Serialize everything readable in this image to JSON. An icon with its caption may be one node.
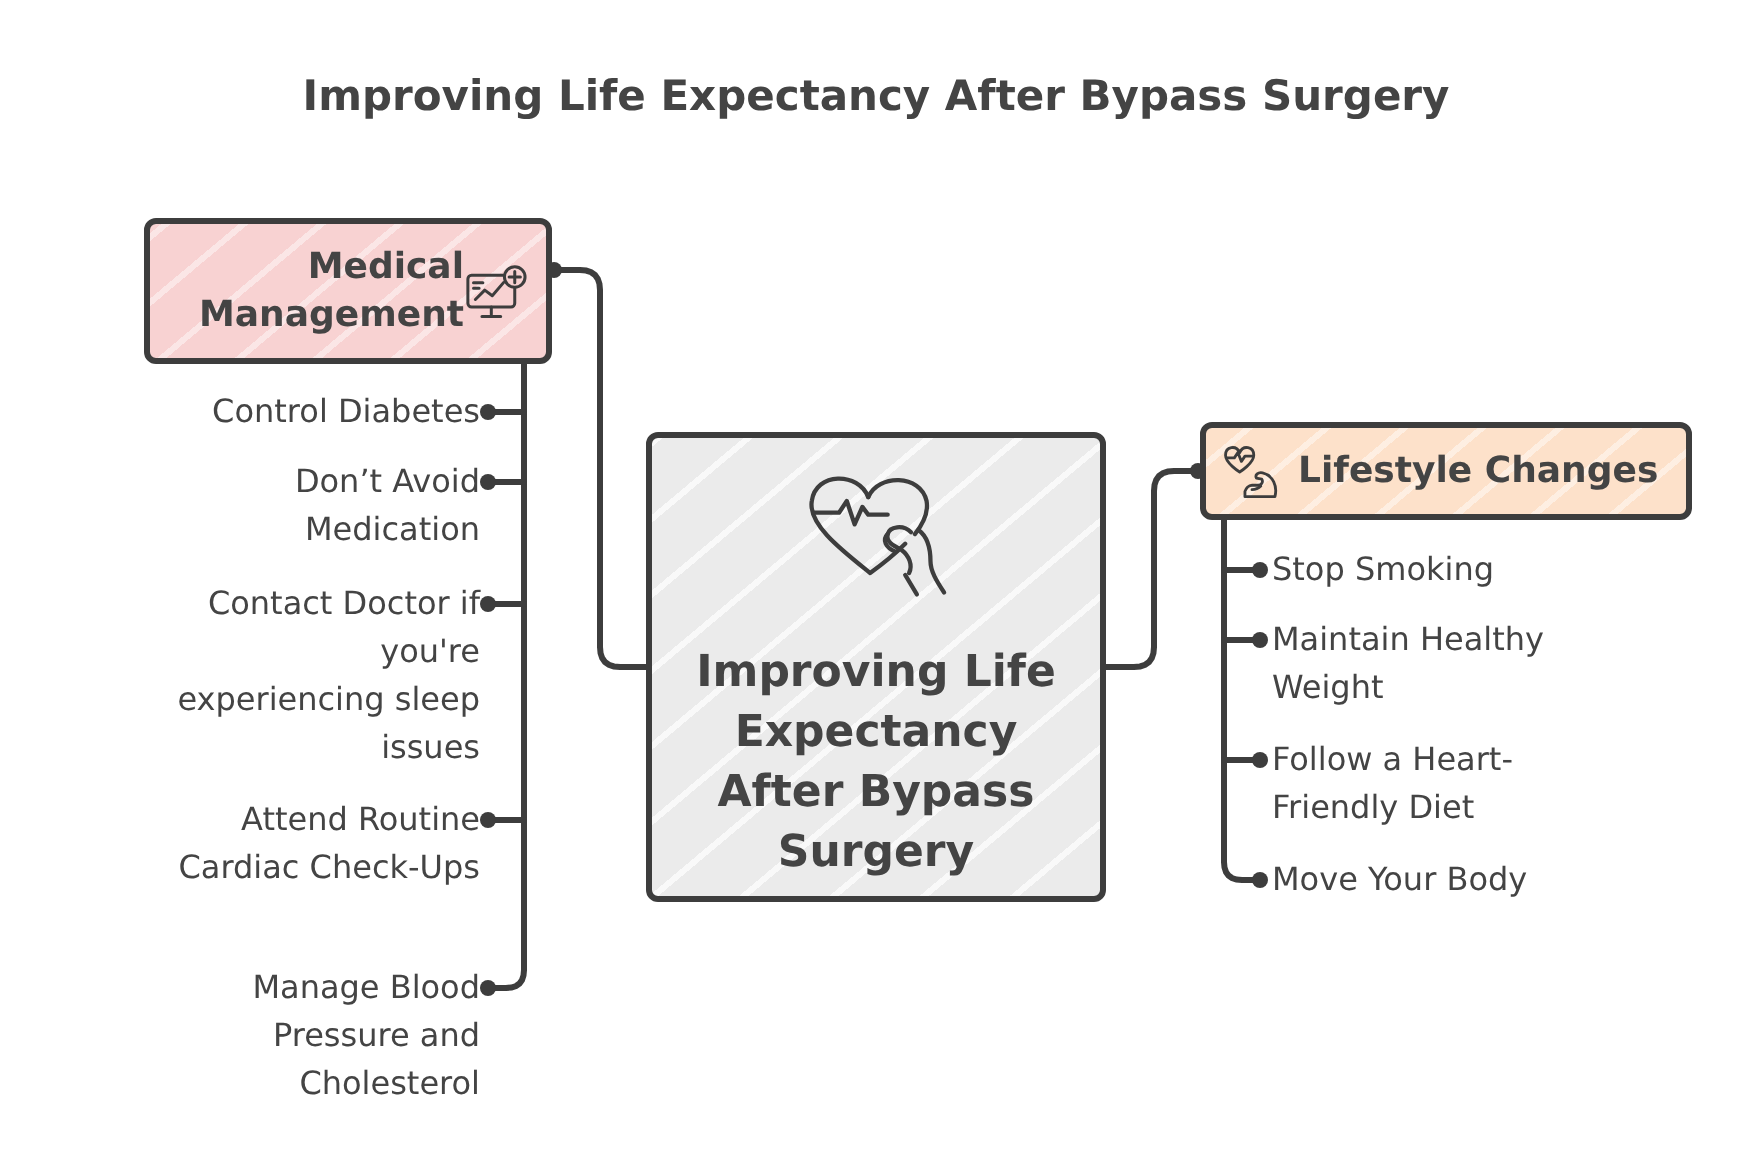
{
  "diagram": {
    "title": "Improving Life Expectancy After Bypass Surgery",
    "nodes": [
      {
        "text": [
          "Medical Management"
        ]
      },
      {
        "text": [
          "Control Diabetes"
        ]
      },
      {
        "text": [
          "Don’t Avoid Medication"
        ]
      },
      {
        "text": [
          "Contact Doctor if you're experiencing sleep issues"
        ]
      },
      {
        "text": [
          "Attend Routine Cardiac Check-Ups"
        ]
      },
      {
        "text": [
          "Manage Blood Pressure and Cholesterol"
        ]
      },
      {
        "text": [
          "Improving Life Expectancy After Bypass Surgery"
        ]
      },
      {
        "text": [
          "Lifestyle Changes"
        ]
      },
      {
        "text": [
          "Stop Smoking"
        ]
      },
      {
        "text": [
          "Maintain Healthy Weight"
        ]
      },
      {
        "text": [
          "Follow a Heart-Friendly Diet"
        ]
      },
      {
        "text": [
          "Move Your Body"
        ]
      }
    ],
    "edges": [
      {
        "from": 6,
        "to": 0,
        "arrow": "other"
      },
      {
        "from": 6,
        "to": 7,
        "arrow": "other"
      },
      {
        "from": 0,
        "to": 1,
        "arrow": "other"
      },
      {
        "from": 0,
        "to": 2,
        "arrow": "other"
      },
      {
        "from": 0,
        "to": 3,
        "arrow": "other"
      },
      {
        "from": 0,
        "to": 4,
        "arrow": "other"
      },
      {
        "from": 0,
        "to": 5,
        "arrow": "other"
      },
      {
        "from": 7,
        "to": 8,
        "arrow": "other"
      },
      {
        "from": 7,
        "to": 9,
        "arrow": "other"
      },
      {
        "from": 7,
        "to": 10,
        "arrow": "other"
      },
      {
        "from": 7,
        "to": 11,
        "arrow": "other"
      }
    ]
  }
}
